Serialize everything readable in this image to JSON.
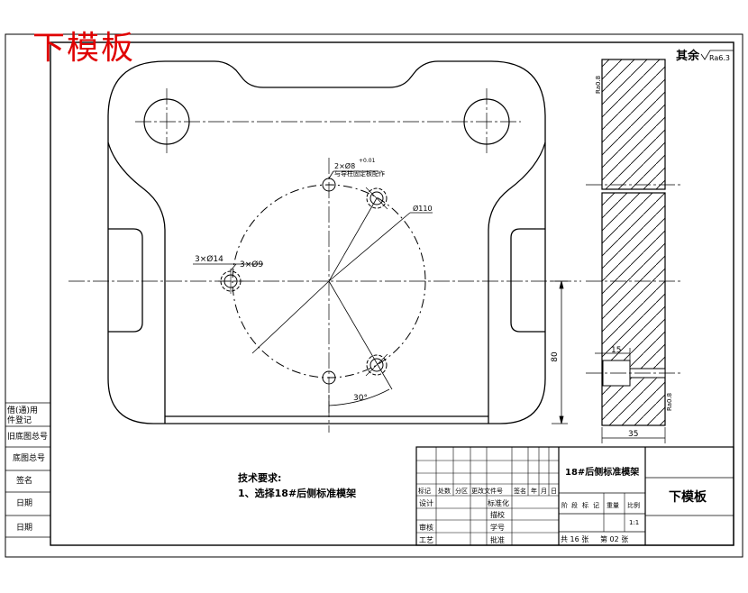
{
  "drawing": {
    "red_title": "下模板",
    "roughness_note": "其余",
    "roughness_default": "Ra6.3",
    "roughness_left": "Ra0.8",
    "roughness_bottom": "Ra0.8",
    "hole_pattern_note": "2×Ø8",
    "hole_pattern_tol": "+0.01",
    "hole_pattern_sub": "与导柱固定板配作",
    "dim_bolt_circle": "Ø110",
    "dim_hole_14": "3×Ø14",
    "dim_hole_9": "3×Ø9",
    "dim_angle": "30°",
    "dim_vertical": "80",
    "dim_slot": "15",
    "dim_thickness": "35",
    "tech_req_title": "技术要求:",
    "tech_req_item1": "1、选择18#后侧标准模架"
  },
  "side_labels": [
    "借(通)用",
    "件登记",
    "旧底图总号",
    "底图总号",
    "签名",
    "日期",
    "日期"
  ],
  "title_block": {
    "assembly": "18#后侧标准模架",
    "part_name": "下模板",
    "col_headers": [
      "标记",
      "处数",
      "分区",
      "更改文件号",
      "签名",
      "年",
      "月",
      "日"
    ],
    "row_labels": [
      "设计",
      "审核",
      "工艺"
    ],
    "std_labels": [
      "标准化",
      "描校",
      "学号",
      "批准"
    ],
    "stage_headers": [
      "阶",
      "段",
      "标",
      "记",
      "重量",
      "比例"
    ],
    "scale": "1:1",
    "sheet_total": "共 16 张",
    "sheet_no": "第 02 张"
  },
  "colors": {
    "title_red": "#e00000",
    "line": "#000000",
    "paper": "#ffffff"
  }
}
